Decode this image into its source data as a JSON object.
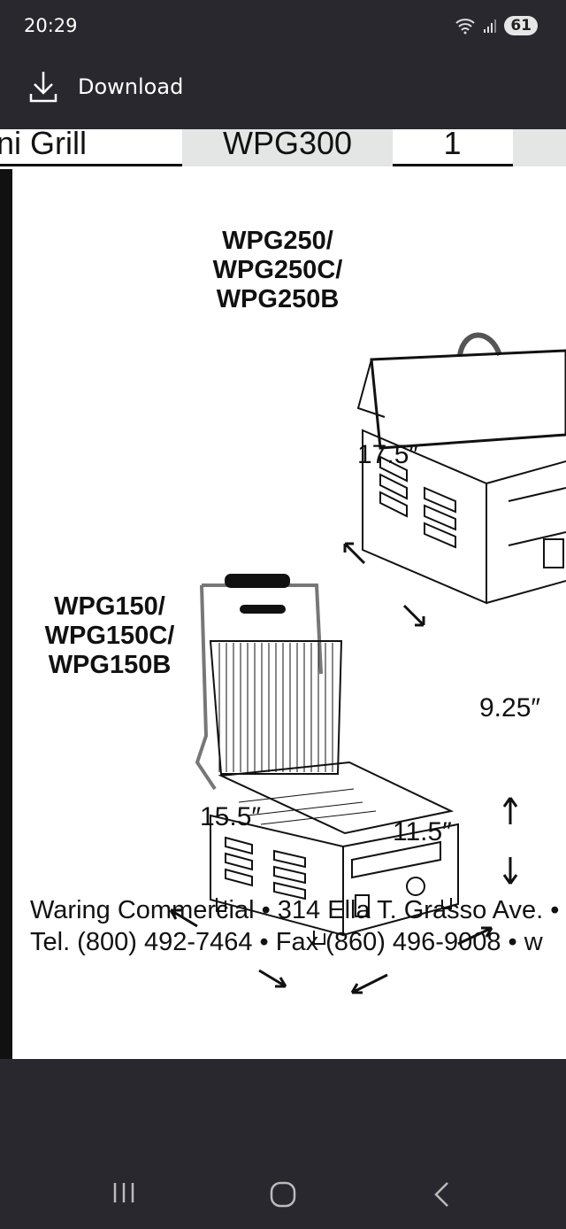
{
  "status_bar": {
    "time": "20:29",
    "battery": "61",
    "icons": [
      "wifi-6-icon",
      "signal-icon",
      "battery-icon"
    ]
  },
  "app_bar": {
    "download_label": "Download",
    "icon": "download-icon"
  },
  "table_row": {
    "product": "ni Grill",
    "model": "WPG300",
    "qty": "1"
  },
  "diagram": {
    "large_model_lines": [
      "WPG250/",
      "WPG250C/",
      "WPG250B"
    ],
    "large_depth": "17.5″",
    "small_model_lines": [
      "WPG150/",
      "WPG150C/",
      "WPG150B"
    ],
    "small_height": "9.25″",
    "small_depth": "15.5″",
    "small_width": "11.5″"
  },
  "footer": {
    "line1": "Waring Commercial • 314 Ella T. Grasso Ave. •",
    "line2": "Tel. (800) 492-7464 • Fax (860) 496-9008 • w"
  },
  "nav_bar": {
    "icons": [
      "recent-apps-icon",
      "home-icon",
      "back-icon"
    ]
  }
}
